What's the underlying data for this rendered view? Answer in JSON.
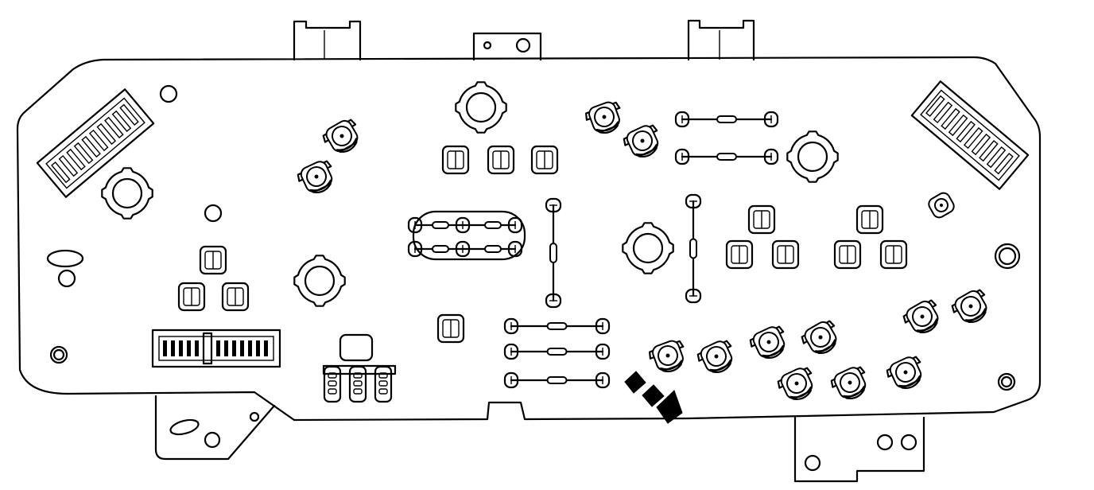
{
  "diagram": {
    "type": "instrument-cluster-printed-circuit-board",
    "line_color": "#000000",
    "background_color": "#ffffff",
    "components": {
      "large_bulb_sockets": 13,
      "medium_bulb_sockets": 6,
      "small_square_sockets": 16,
      "resistor_links": 9,
      "round_gauge_mounts": 6,
      "mounting_holes": 7,
      "edge_connectors": 3,
      "top_mounting_tabs": 3,
      "bottom_mounting_tabs": 2,
      "pointer_arrow": 1
    },
    "pointer_arrow_target": "bulb-socket"
  }
}
